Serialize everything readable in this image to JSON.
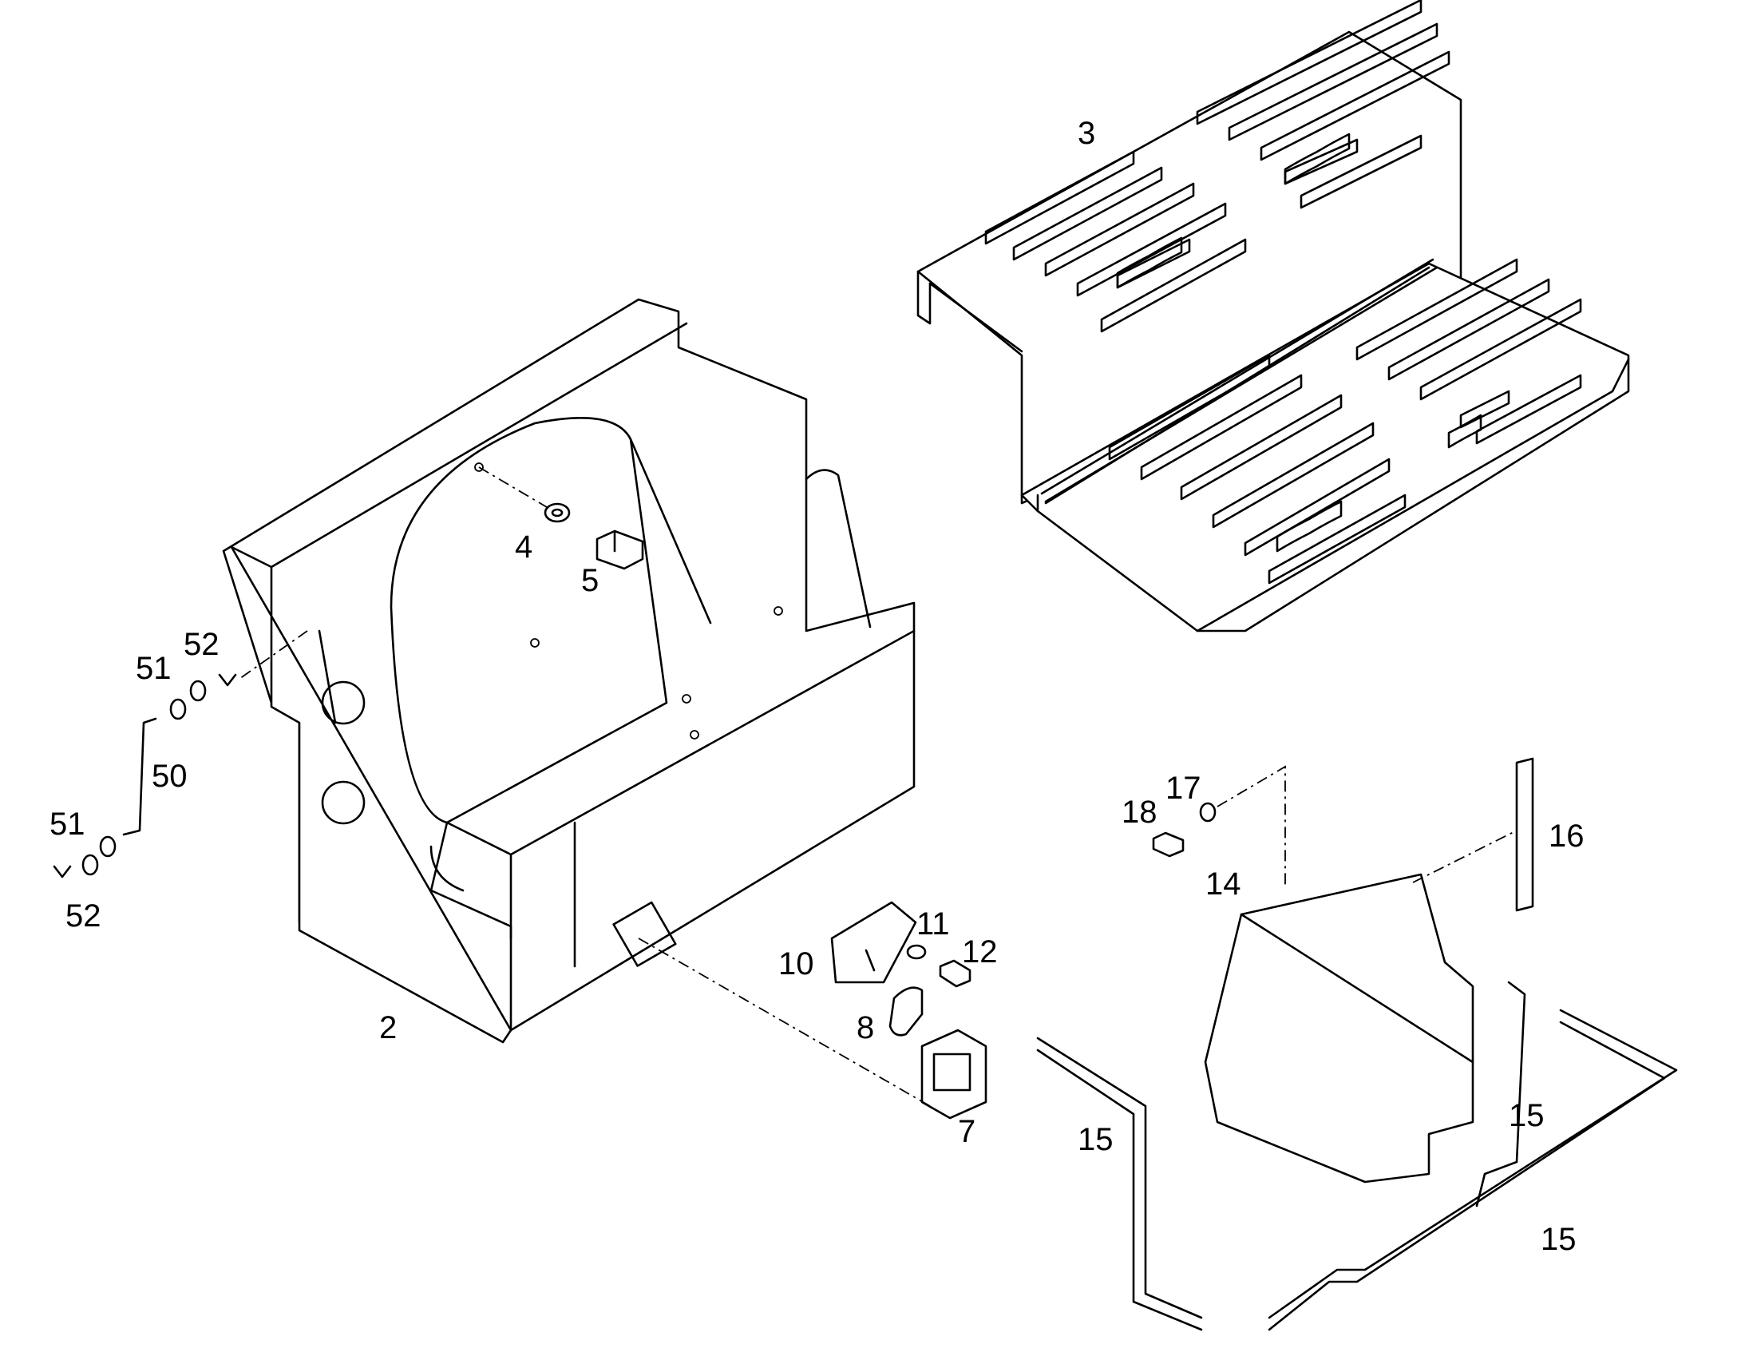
{
  "callouts": {
    "c2": "2",
    "c3": "3",
    "c4": "4",
    "c5": "5",
    "c7": "7",
    "c8": "8",
    "c10": "10",
    "c11": "11",
    "c12": "12",
    "c14": "14",
    "c15a": "15",
    "c15b": "15",
    "c15c": "15",
    "c16": "16",
    "c17": "17",
    "c18": "18",
    "c50": "50",
    "c51a": "51",
    "c51b": "51",
    "c52a": "52",
    "c52b": "52"
  }
}
